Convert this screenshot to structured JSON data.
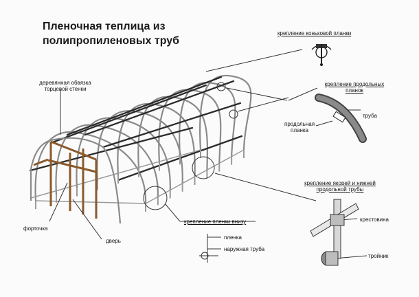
{
  "title_line1": "Пленочная теплица из",
  "title_line2": "полипропиленовых труб",
  "labels": {
    "ridge_fix": "крепление коньковой планки",
    "long_fix_l1": "крепление продольных",
    "long_fix_l2": "планок",
    "pipe": "труба",
    "long_bar_l1": "продольная",
    "long_bar_l2": "планка",
    "wood_frame_l1": "деревянная обвязка",
    "wood_frame_l2": "торцевой стенки",
    "anchor_fix_l1": "крепление якорей и нижней",
    "anchor_fix_l2": "продольной трубы",
    "cross": "крестовина",
    "tee": "тройник",
    "vent": "форточка",
    "door": "дверь",
    "film_fix_bottom": "крепление пленки внизу",
    "film": "пленка",
    "outer_pipe": "наружная труба"
  }
}
